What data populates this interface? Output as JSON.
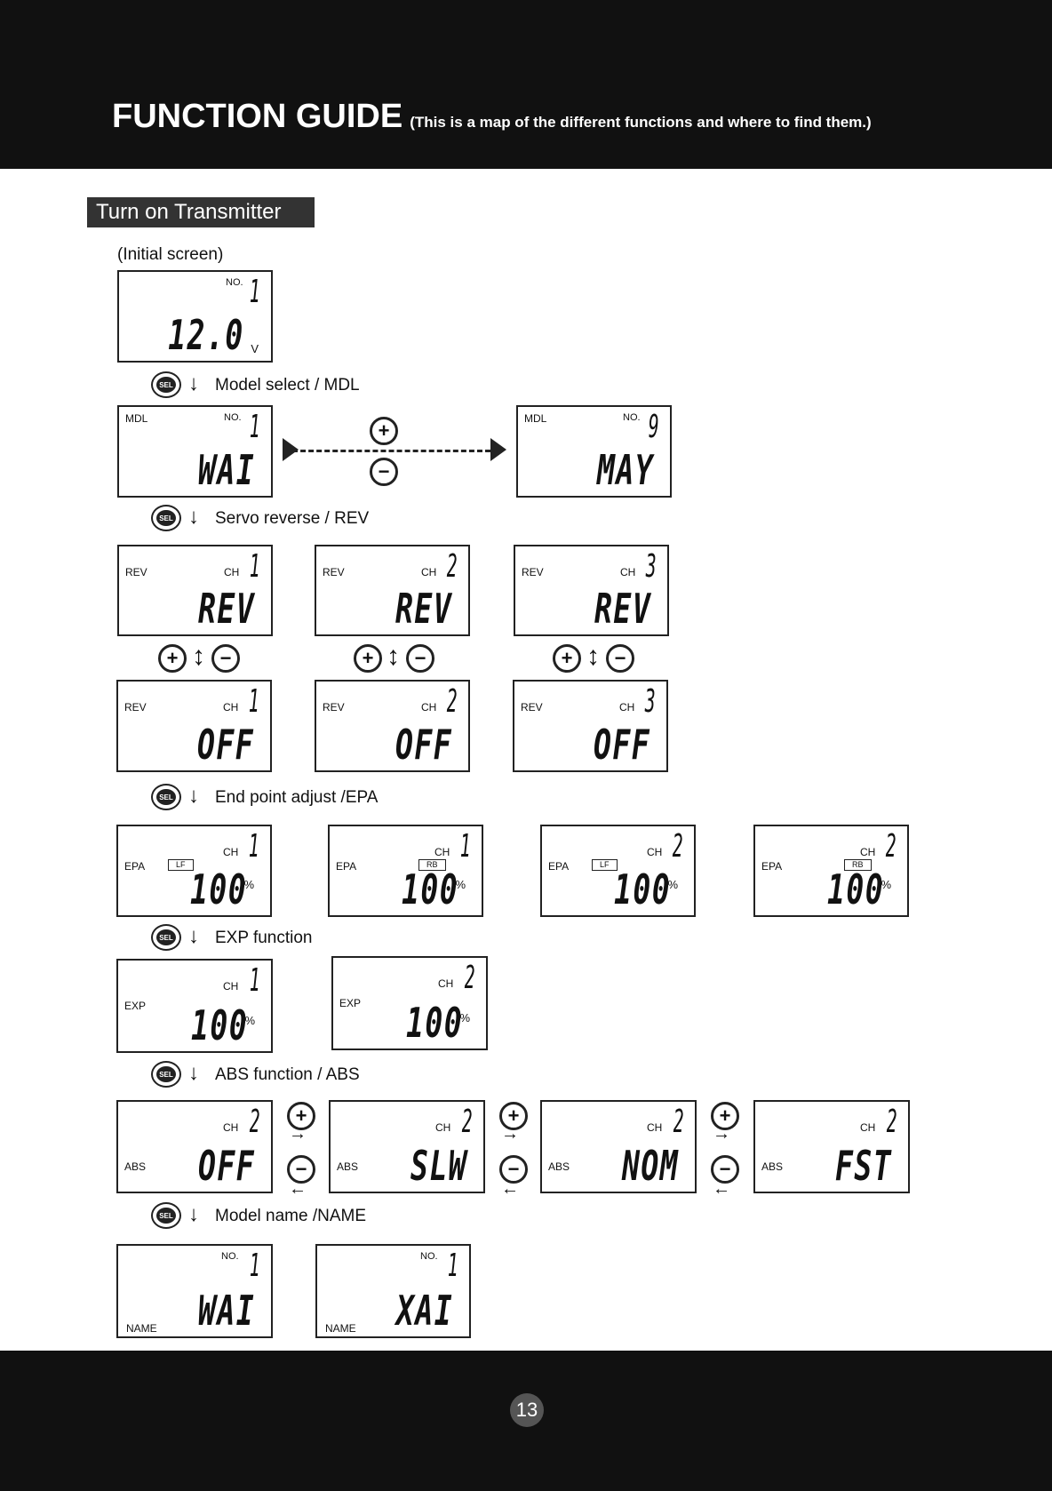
{
  "header": {
    "title": "FUNCTION GUIDE",
    "subtitle": "(This is a map of the different functions and where to find them.)"
  },
  "section": {
    "label": "Turn on Transmitter"
  },
  "initial": {
    "caption": "(Initial screen)",
    "no_label": "NO.",
    "model_no": "1",
    "voltage": "12.0",
    "unit": "V"
  },
  "sel_label": "SEL",
  "steps": {
    "mdl": "Model select / MDL",
    "rev": "Servo reverse / REV",
    "epa": "End point adjust /EPA",
    "exp": "EXP function",
    "abs": "ABS function / ABS",
    "name": "Model name /NAME"
  },
  "mdl": [
    {
      "label": "MDL",
      "no_label": "NO.",
      "no": "1",
      "value": "WAI"
    },
    {
      "label": "MDL",
      "no_label": "NO.",
      "no": "9",
      "value": "MAY"
    }
  ],
  "rev_on": [
    {
      "label": "REV",
      "ch_label": "CH",
      "ch": "1",
      "value": "REV"
    },
    {
      "label": "REV",
      "ch_label": "CH",
      "ch": "2",
      "value": "REV"
    },
    {
      "label": "REV",
      "ch_label": "CH",
      "ch": "3",
      "value": "REV"
    }
  ],
  "rev_off": [
    {
      "label": "REV",
      "ch_label": "CH",
      "ch": "1",
      "value": "OFF"
    },
    {
      "label": "REV",
      "ch_label": "CH",
      "ch": "2",
      "value": "OFF"
    },
    {
      "label": "REV",
      "ch_label": "CH",
      "ch": "3",
      "value": "OFF"
    }
  ],
  "epa": [
    {
      "label": "EPA",
      "ch_label": "CH",
      "ch": "1",
      "dir": "LF",
      "value": "100",
      "unit": "%"
    },
    {
      "label": "EPA",
      "ch_label": "CH",
      "ch": "1",
      "dir": "RB",
      "value": "100",
      "unit": "%"
    },
    {
      "label": "EPA",
      "ch_label": "CH",
      "ch": "2",
      "dir": "LF",
      "value": "100",
      "unit": "%"
    },
    {
      "label": "EPA",
      "ch_label": "CH",
      "ch": "2",
      "dir": "RB",
      "value": "100",
      "unit": "%"
    }
  ],
  "exp": [
    {
      "label": "EXP",
      "ch_label": "CH",
      "ch": "1",
      "value": "100",
      "unit": "%"
    },
    {
      "label": "EXP",
      "ch_label": "CH",
      "ch": "2",
      "value": "100",
      "unit": "%"
    }
  ],
  "abs": [
    {
      "label": "ABS",
      "ch_label": "CH",
      "ch": "2",
      "value": "OFF"
    },
    {
      "label": "ABS",
      "ch_label": "CH",
      "ch": "2",
      "value": "SLW"
    },
    {
      "label": "ABS",
      "ch_label": "CH",
      "ch": "2",
      "value": "NOM"
    },
    {
      "label": "ABS",
      "ch_label": "CH",
      "ch": "2",
      "value": "FST"
    }
  ],
  "name": [
    {
      "label": "NAME",
      "no_label": "NO.",
      "no": "1",
      "value": "WAI"
    },
    {
      "label": "NAME",
      "no_label": "NO.",
      "no": "1",
      "value": "XAI"
    }
  ],
  "page": {
    "number": "13"
  }
}
